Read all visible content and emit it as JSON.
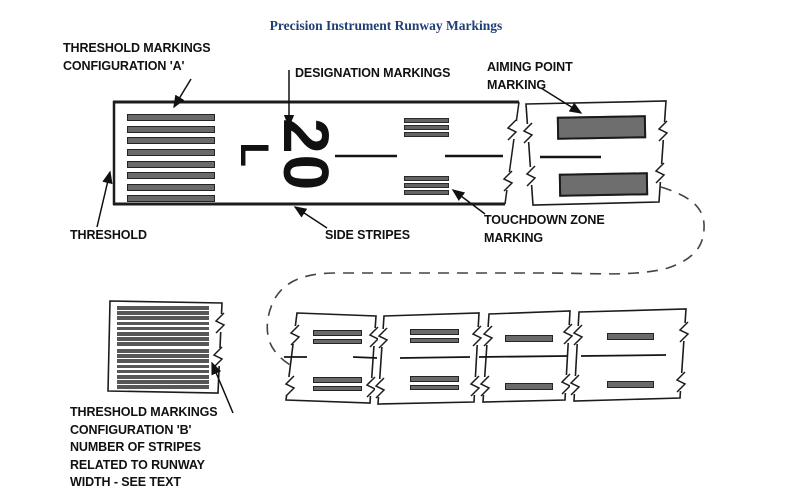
{
  "title": "Precision Instrument Runway Markings",
  "labels": {
    "threshold_config_a": "THRESHOLD MARKINGS\nCONFIGURATION 'A'",
    "designation_markings": "DESIGNATION MARKINGS",
    "aiming_point": "AIMING POINT\nMARKING",
    "threshold": "THRESHOLD",
    "side_stripes": "SIDE STRIPES",
    "touchdown_zone": "TOUCHDOWN ZONE\nMARKING",
    "threshold_config_b": "THRESHOLD MARKINGS\nCONFIGURATION 'B'\nNUMBER OF STRIPES\nRELATED TO RUNWAY\nWIDTH - SEE TEXT"
  },
  "runway": {
    "designation_number": "20",
    "designation_letter": "L",
    "threshold_config_a_stripes": {
      "groups": 2,
      "stripes_per_group": 4
    },
    "threshold_config_b_stripes": {
      "groups": 2,
      "stripes_per_group": 8
    },
    "touchdown_zone_bar": {
      "groups": 1,
      "stripes_per_group": 3
    },
    "distance_segment_bars": {
      "seg1": {
        "groups": 1,
        "stripes_per_group": 2
      },
      "seg2": {
        "groups": 1,
        "stripes_per_group": 2
      },
      "seg3": {
        "groups": 1,
        "stripes_per_group": 1
      },
      "seg4": {
        "groups": 1,
        "stripes_per_group": 1
      }
    }
  },
  "colors": {
    "title_text": "#1f3f77",
    "label_text": "#111111",
    "stripe_fill": "#6a6a6a",
    "stripe_border": "#242424",
    "outline": "#1c1c1c",
    "dashed_route": "#444444"
  }
}
